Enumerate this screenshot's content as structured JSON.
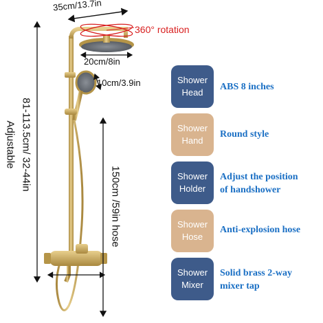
{
  "colors": {
    "blue_badge": "#3e5b8a",
    "tan_badge": "#d9b48f",
    "desc_text": "#1a6fc4",
    "rotation_text": "#d81e1e",
    "brass": "#c9a85a"
  },
  "dimensions": {
    "arm_width": "35cm/13.7in",
    "rotation": "360° rotation",
    "head_diameter": "20cm/8in",
    "hand_diameter": "10cm/3.9in",
    "height_adjustable_1": "81-113.5cm/ 32-44in",
    "height_adjustable_2": "Adjustable",
    "hose_length": "150cm /59in hose"
  },
  "features": [
    {
      "line1": "Shower",
      "line2": "Head",
      "color": "#3e5b8a",
      "desc1": "ABS 8 inches",
      "desc2": ""
    },
    {
      "line1": "Shower",
      "line2": "Hand",
      "color": "#d9b48f",
      "desc1": "Round style",
      "desc2": ""
    },
    {
      "line1": "Shower",
      "line2": "Holder",
      "color": "#3e5b8a",
      "desc1": "Adjust the position",
      "desc2": "of handshower"
    },
    {
      "line1": "Shower",
      "line2": "Hose",
      "color": "#d9b48f",
      "desc1": "Anti-explosion hose",
      "desc2": ""
    },
    {
      "line1": "Shower",
      "line2": "Mixer",
      "color": "#3e5b8a",
      "desc1": "Solid brass 2-way",
      "desc2": "mixer tap"
    }
  ]
}
